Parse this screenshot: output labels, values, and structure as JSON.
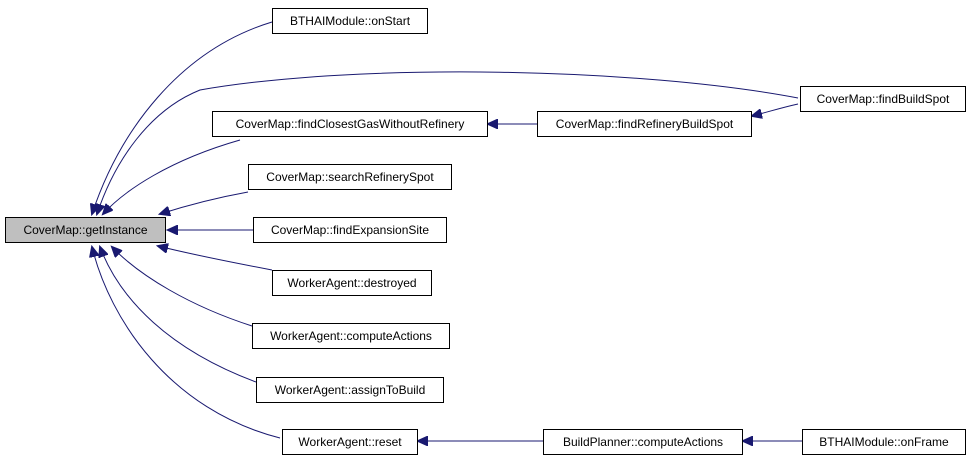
{
  "graph": {
    "edge_color": "#191970",
    "root_fill": "#bfbfbf",
    "nodes": {
      "getInstance": "CoverMap::getInstance",
      "onStart": "BTHAIModule::onStart",
      "findClosestGas": "CoverMap::findClosestGasWithoutRefinery",
      "searchRefinerySpot": "CoverMap::searchRefinerySpot",
      "findExpansionSite": "CoverMap::findExpansionSite",
      "destroyed": "WorkerAgent::destroyed",
      "computeActions": "WorkerAgent::computeActions",
      "assignToBuild": "WorkerAgent::assignToBuild",
      "reset": "WorkerAgent::reset",
      "findRefineryBuildSpot": "CoverMap::findRefineryBuildSpot",
      "findBuildSpot": "CoverMap::findBuildSpot",
      "bpComputeActions": "BuildPlanner::computeActions",
      "onFrame": "BTHAIModule::onFrame"
    }
  }
}
